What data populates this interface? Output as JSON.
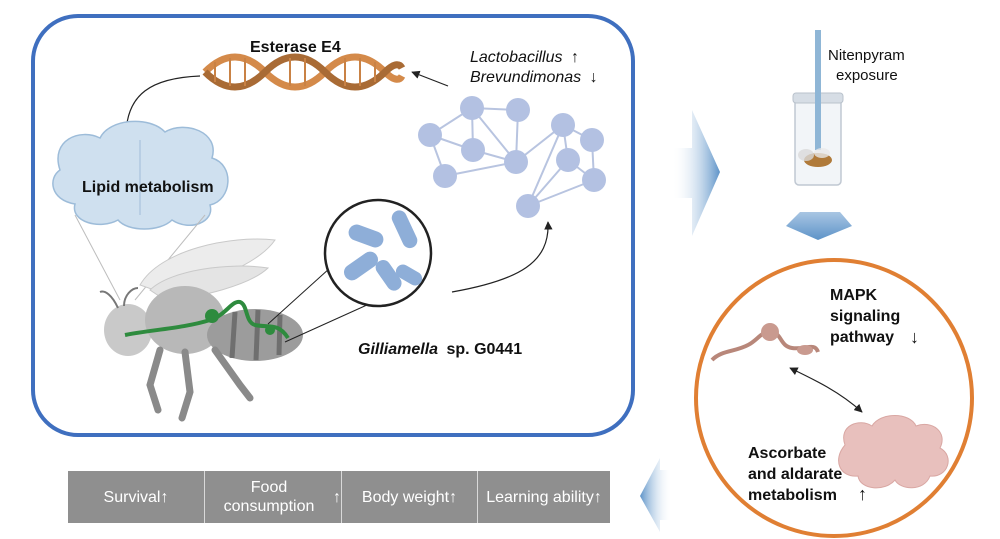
{
  "left_panel": {
    "gene_label": "Esterase E4",
    "lipid_label": "Lipid metabolism",
    "bacterium_label_genus": "Gilliamella",
    "bacterium_label_rest": "sp. G0441",
    "taxa": [
      {
        "name": "Lactobacillus",
        "arrow": "↑"
      },
      {
        "name": "Brevundimonas",
        "arrow": "↓"
      }
    ]
  },
  "exposure": {
    "line1": "Nitenpyram",
    "line2": "exposure"
  },
  "circle_panel": {
    "pathway_lines": [
      "MAPK",
      "signaling",
      "pathway"
    ],
    "pathway_arrow": "↓",
    "metab_lines": [
      "Ascorbate",
      "and aldarate",
      "metabolism"
    ],
    "metab_arrow": "↑"
  },
  "outcomes": [
    {
      "label": "Survival",
      "arrow": "↑"
    },
    {
      "label": "Food consumption",
      "arrow": "↑"
    },
    {
      "label": "Body weight",
      "arrow": "↑"
    },
    {
      "label": "Learning ability",
      "arrow": "↑"
    }
  ],
  "colors": {
    "panel_border": "#3f6fbf",
    "circle_border": "#e07f33",
    "network_node": "#b3c1e2",
    "outcome_bar": "#8f8f8f",
    "flow_arrow": "#6d9cca"
  }
}
